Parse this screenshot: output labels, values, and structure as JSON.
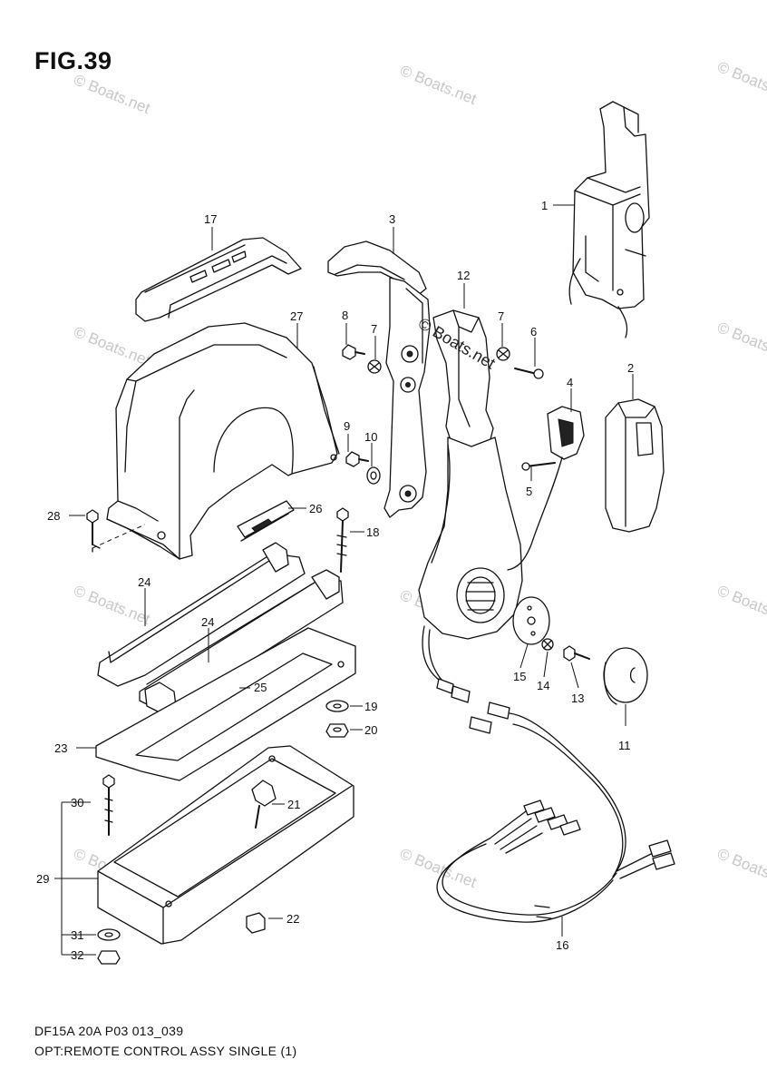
{
  "figure": {
    "title": "FIG.39",
    "footer_code": "DF15A 20A P03 013_039",
    "footer_description": "OPT:REMOTE CONTROL ASSY SINGLE (1)"
  },
  "watermark": {
    "text": "© Boats.net"
  },
  "part_numbers": {
    "p1": "1",
    "p2": "2",
    "p3": "3",
    "p4": "4",
    "p5": "5",
    "p6": "6",
    "p7a": "7",
    "p7b": "7",
    "p8": "8",
    "p9": "9",
    "p10": "10",
    "p11": "11",
    "p12": "12",
    "p13": "13",
    "p14": "14",
    "p15": "15",
    "p16": "16",
    "p17": "17",
    "p18": "18",
    "p19": "19",
    "p20": "20",
    "p21": "21",
    "p22": "22",
    "p23": "23",
    "p24a": "24",
    "p24b": "24",
    "p25": "25",
    "p26": "26",
    "p27": "27",
    "p28": "28",
    "p29": "29",
    "p30": "30",
    "p31": "31",
    "p32": "32"
  }
}
